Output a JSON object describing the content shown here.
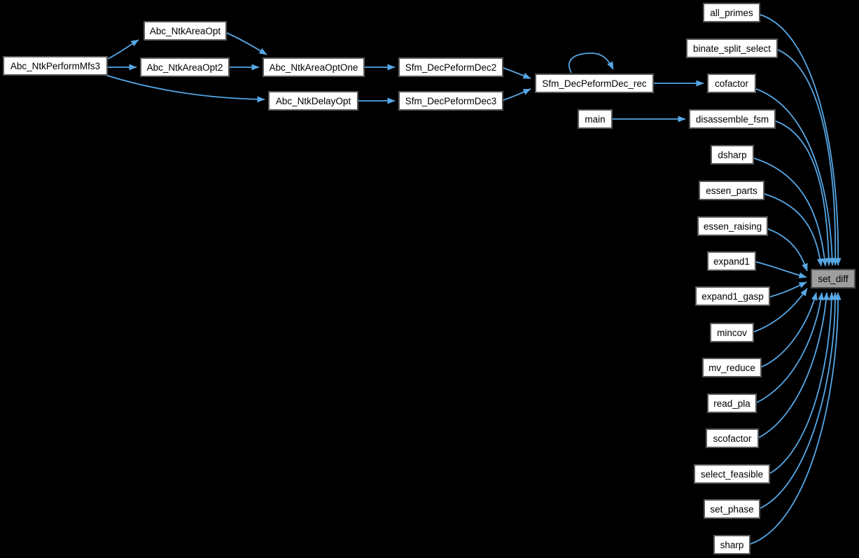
{
  "graph": {
    "title": "caller graph for set_diff",
    "colors": {
      "background": "#000000",
      "edge": "#57a7e5",
      "node_fill": "#ffffff",
      "node_border": "#585858",
      "node_text": "#000000",
      "highlight_fill": "#9e9e9e",
      "highlight_border": "#4c4c4c"
    },
    "nodes": [
      {
        "id": "Abc_NtkPerformMfs3",
        "label": "Abc_NtkPerformMfs3",
        "highlighted": false
      },
      {
        "id": "Abc_NtkAreaOpt",
        "label": "Abc_NtkAreaOpt",
        "highlighted": false
      },
      {
        "id": "Abc_NtkAreaOpt2",
        "label": "Abc_NtkAreaOpt2",
        "highlighted": false
      },
      {
        "id": "Abc_NtkAreaOptOne",
        "label": "Abc_NtkAreaOptOne",
        "highlighted": false
      },
      {
        "id": "Abc_NtkDelayOpt",
        "label": "Abc_NtkDelayOpt",
        "highlighted": false
      },
      {
        "id": "Sfm_DecPeformDec2",
        "label": "Sfm_DecPeformDec2",
        "highlighted": false
      },
      {
        "id": "Sfm_DecPeformDec3",
        "label": "Sfm_DecPeformDec3",
        "highlighted": false
      },
      {
        "id": "Sfm_DecPeformDec_rec",
        "label": "Sfm_DecPeformDec_rec",
        "highlighted": false
      },
      {
        "id": "main",
        "label": "main",
        "highlighted": false
      },
      {
        "id": "cofactor",
        "label": "cofactor",
        "highlighted": false
      },
      {
        "id": "disassemble_fsm",
        "label": "disassemble_fsm",
        "highlighted": false
      },
      {
        "id": "all_primes",
        "label": "all_primes",
        "highlighted": false
      },
      {
        "id": "binate_split_select",
        "label": "binate_split_select",
        "highlighted": false
      },
      {
        "id": "dsharp",
        "label": "dsharp",
        "highlighted": false
      },
      {
        "id": "essen_parts",
        "label": "essen_parts",
        "highlighted": false
      },
      {
        "id": "essen_raising",
        "label": "essen_raising",
        "highlighted": false
      },
      {
        "id": "expand1",
        "label": "expand1",
        "highlighted": false
      },
      {
        "id": "expand1_gasp",
        "label": "expand1_gasp",
        "highlighted": false
      },
      {
        "id": "mincov",
        "label": "mincov",
        "highlighted": false
      },
      {
        "id": "mv_reduce",
        "label": "mv_reduce",
        "highlighted": false
      },
      {
        "id": "read_pla",
        "label": "read_pla",
        "highlighted": false
      },
      {
        "id": "scofactor",
        "label": "scofactor",
        "highlighted": false
      },
      {
        "id": "select_feasible",
        "label": "select_feasible",
        "highlighted": false
      },
      {
        "id": "set_phase",
        "label": "set_phase",
        "highlighted": false
      },
      {
        "id": "sharp",
        "label": "sharp",
        "highlighted": false
      },
      {
        "id": "set_diff",
        "label": "set_diff",
        "highlighted": true
      }
    ],
    "edges": [
      {
        "from": "Abc_NtkPerformMfs3",
        "to": "Abc_NtkAreaOpt"
      },
      {
        "from": "Abc_NtkPerformMfs3",
        "to": "Abc_NtkAreaOpt2"
      },
      {
        "from": "Abc_NtkPerformMfs3",
        "to": "Abc_NtkDelayOpt"
      },
      {
        "from": "Abc_NtkAreaOpt",
        "to": "Abc_NtkAreaOptOne"
      },
      {
        "from": "Abc_NtkAreaOpt2",
        "to": "Abc_NtkAreaOptOne"
      },
      {
        "from": "Abc_NtkAreaOptOne",
        "to": "Sfm_DecPeformDec2"
      },
      {
        "from": "Abc_NtkDelayOpt",
        "to": "Sfm_DecPeformDec3"
      },
      {
        "from": "Sfm_DecPeformDec2",
        "to": "Sfm_DecPeformDec_rec"
      },
      {
        "from": "Sfm_DecPeformDec3",
        "to": "Sfm_DecPeformDec_rec"
      },
      {
        "from": "Sfm_DecPeformDec_rec",
        "to": "Sfm_DecPeformDec_rec"
      },
      {
        "from": "Sfm_DecPeformDec_rec",
        "to": "cofactor"
      },
      {
        "from": "main",
        "to": "disassemble_fsm"
      },
      {
        "from": "all_primes",
        "to": "set_diff"
      },
      {
        "from": "binate_split_select",
        "to": "set_diff"
      },
      {
        "from": "cofactor",
        "to": "set_diff"
      },
      {
        "from": "disassemble_fsm",
        "to": "set_diff"
      },
      {
        "from": "dsharp",
        "to": "set_diff"
      },
      {
        "from": "essen_parts",
        "to": "set_diff"
      },
      {
        "from": "essen_raising",
        "to": "set_diff"
      },
      {
        "from": "expand1",
        "to": "set_diff"
      },
      {
        "from": "expand1_gasp",
        "to": "set_diff"
      },
      {
        "from": "mincov",
        "to": "set_diff"
      },
      {
        "from": "mv_reduce",
        "to": "set_diff"
      },
      {
        "from": "read_pla",
        "to": "set_diff"
      },
      {
        "from": "scofactor",
        "to": "set_diff"
      },
      {
        "from": "select_feasible",
        "to": "set_diff"
      },
      {
        "from": "set_phase",
        "to": "set_diff"
      },
      {
        "from": "sharp",
        "to": "set_diff"
      }
    ]
  }
}
